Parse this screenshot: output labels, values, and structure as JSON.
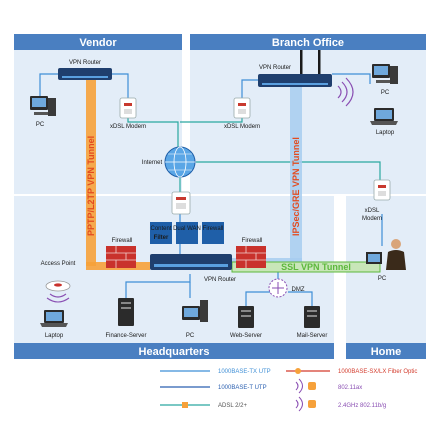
{
  "regions": {
    "vendor": "Vendor",
    "branch_office": "Branch Office",
    "headquarters": "Headquarters",
    "home": "Home"
  },
  "devices": {
    "vendor_vpn_router": "VPN Router",
    "branch_vpn_router": "VPN Router",
    "hq_vpn_router": "VPN Router",
    "vendor_pc": "PC",
    "vendor_modem": "xDSL Modem",
    "branch_modem": "xDSL Modem",
    "branch_pc": "PC",
    "branch_laptop": "Laptop",
    "internet": "Internet",
    "home_modem": "xDSL\nModem",
    "home_pc": "PC",
    "access_point": "Access Point",
    "firewall_left": "Firewall",
    "firewall_right": "Firewall",
    "dmz": "DMZ",
    "hq_laptop": "Laptop",
    "finance_server": "Finance-Server",
    "hq_pc": "PC",
    "web_server": "Web-Server",
    "mail_server": "Mail-Server"
  },
  "features": {
    "content_filter": [
      "Content",
      "Filter"
    ],
    "dual_wan": "Dual WAN",
    "firewall": "Firewall"
  },
  "tunnels": {
    "pptp": "PPTP/L2TP VPN Tunnel",
    "ipsec": "IPSec/GRE VPN Tunnel",
    "ssl": "SSL VPN Tunnel"
  },
  "legend": {
    "utp_tx": "1000BASE-TX UTP",
    "utp_t": "1000BASE-T UTP",
    "adsl": "ADSL 2/2+",
    "fiber": "1000BASE-SX/LX Fiber Optic",
    "wifi_ax": "802.11ax",
    "wifi_bg": "2.4GHz 802.11b/g"
  },
  "colors": {
    "header_blue": "#4a7fc1",
    "region_fill": "#e3edf8",
    "tunnel_orange": "#f6a13a",
    "tunnel_text": "#e34b1f",
    "ssl_green": "#5cb83c",
    "line_blue": "#3f8fd6",
    "line_teal": "#2aa8a0",
    "firewall_red": "#c9322c",
    "wifi_purple": "#8a4fb3"
  }
}
